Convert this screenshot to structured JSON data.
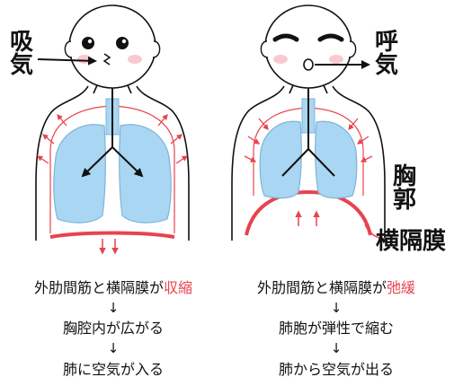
{
  "labels": {
    "inhale": "吸気",
    "exhale": "呼気",
    "ribcage": "胸郭",
    "diaphragm": "横隔膜"
  },
  "inhale_steps": {
    "step1_prefix": "外肋間筋と横隔膜が",
    "step1_accent": "収縮",
    "arrow1": "↓",
    "step2": "胸腔内が広がる",
    "arrow2": "↓",
    "step3": "肺に空気が入る"
  },
  "exhale_steps": {
    "step1_prefix": "外肋間筋と横隔膜が",
    "step1_accent": "弛緩",
    "arrow1": "↓",
    "step2": "肺胞が弾性で縮む",
    "arrow2": "↓",
    "step3": "肺から空気が出る"
  },
  "colors": {
    "accent_red": "#e8434e",
    "lung_fill": "#a9d6f2",
    "lung_stroke": "#7fb4d8",
    "cheek_pink": "#f9c9cf"
  }
}
